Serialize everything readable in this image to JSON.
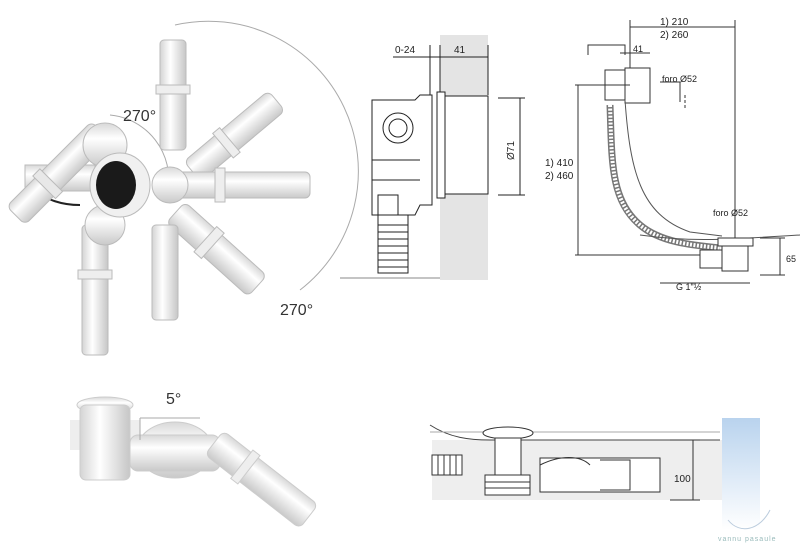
{
  "fig1": {
    "angle_top": "270°",
    "angle_bottom": "270°"
  },
  "fig2": {
    "dim_range": "0-24",
    "dim_depth": "41",
    "dim_diameter": "Ø71"
  },
  "fig3": {
    "dim_top_1": "1) 210",
    "dim_top_2": "2) 260",
    "dim_41": "41",
    "overflow_hole": "foro Ø52",
    "dim_height_1": "1) 410",
    "dim_height_2": "2) 460",
    "drain_hole": "foro Ø52",
    "dim_65": "65",
    "thread": "G 1\"½"
  },
  "fig4": {
    "angle": "5°"
  },
  "fig5": {
    "dim_100": "100"
  },
  "watermark": "vannu pasaule"
}
